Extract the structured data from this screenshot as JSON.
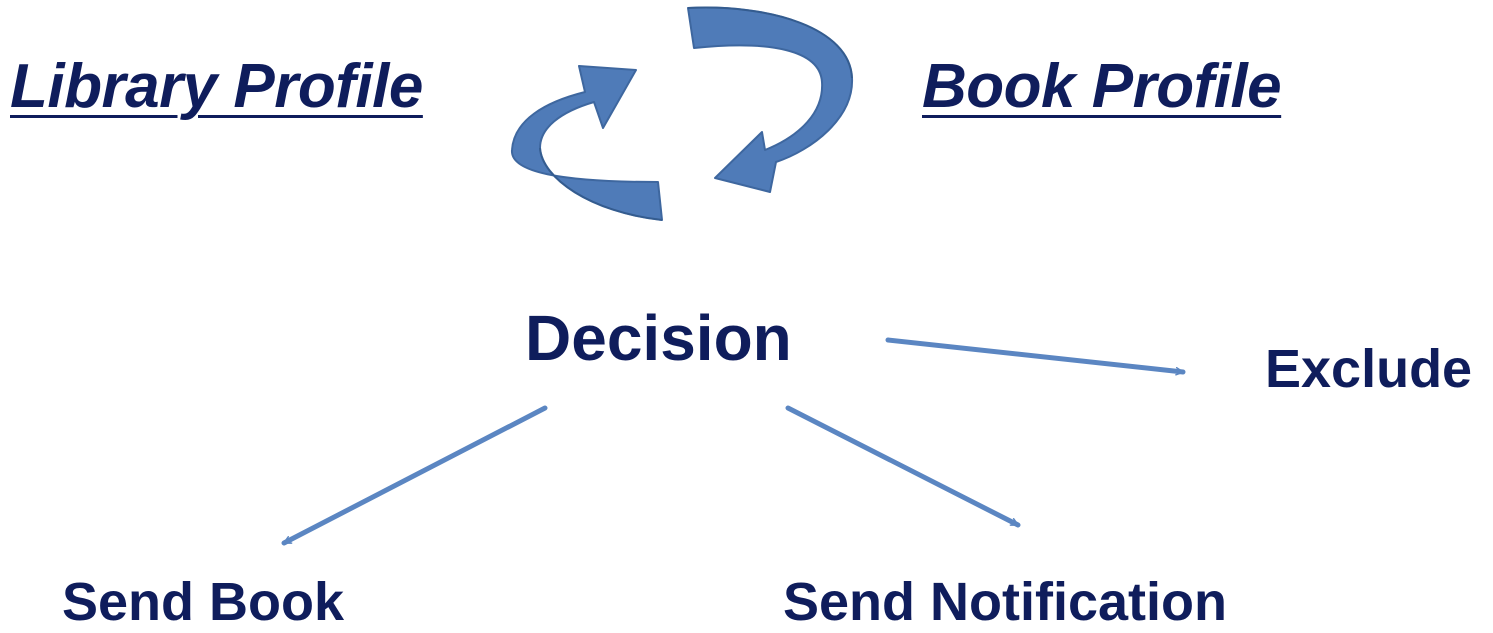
{
  "colors": {
    "text": "#0f1d5c",
    "arrow": "#5b86c2",
    "cycle_arrow_fill": "#4f7bb8",
    "cycle_arrow_stroke": "#3e679f"
  },
  "nodes": {
    "library_profile": "Library Profile",
    "book_profile": "Book Profile",
    "decision": "Decision",
    "exclude": "Exclude",
    "send_book": "Send Book",
    "send_notification": "Send Notification"
  },
  "edges": [
    {
      "from": "library_profile",
      "to": "book_profile",
      "style": "cycle-arrow"
    },
    {
      "from": "book_profile",
      "to": "library_profile",
      "style": "cycle-arrow"
    },
    {
      "from": "decision",
      "to": "exclude",
      "style": "arrow"
    },
    {
      "from": "decision",
      "to": "send_book",
      "style": "arrow"
    },
    {
      "from": "decision",
      "to": "send_notification",
      "style": "arrow"
    }
  ]
}
